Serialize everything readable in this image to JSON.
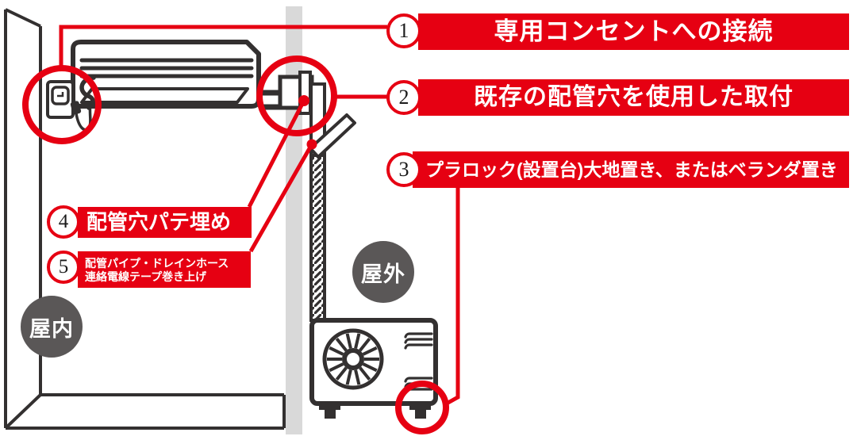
{
  "colors": {
    "accent_red": "#e60012",
    "line_dark": "#333030",
    "wall_gray": "#d9d9d9",
    "badge_gray": "#5a5757"
  },
  "location_badges": {
    "indoor": "屋内",
    "outdoor": "屋外"
  },
  "callouts": [
    {
      "num": "1",
      "text": "専用コンセントへの接続"
    },
    {
      "num": "2",
      "text": "既存の配管穴を使用した取付"
    },
    {
      "num": "3",
      "text": "プラロック(設置台)大地置き、またはベランダ置き"
    },
    {
      "num": "4",
      "text": "配管穴パテ埋め"
    },
    {
      "num": "5",
      "text": "配管パイプ・ドレインホース",
      "text_line2": "連絡電線テープ巻き上げ"
    }
  ],
  "icons": {
    "indoor_unit": "wall-mounted-ac-indoor-unit",
    "outdoor_unit": "ac-outdoor-unit-with-fan",
    "outlet": "power-outlet-with-plug",
    "pipe": "hatched-drain-pipe",
    "wall": "wall-cross-section",
    "highlight_rings": "red-highlight-circles"
  }
}
